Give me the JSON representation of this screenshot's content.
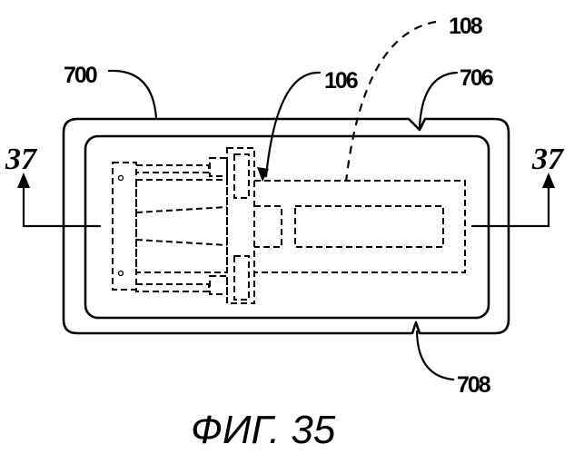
{
  "figure": {
    "caption": "ФИГ. 35",
    "section_marker_left": "37",
    "section_marker_right": "37",
    "reference_labels": {
      "housing": "700",
      "device": "106",
      "internal_component": "108",
      "upper_notch": "706",
      "lower_notch": "708"
    }
  }
}
